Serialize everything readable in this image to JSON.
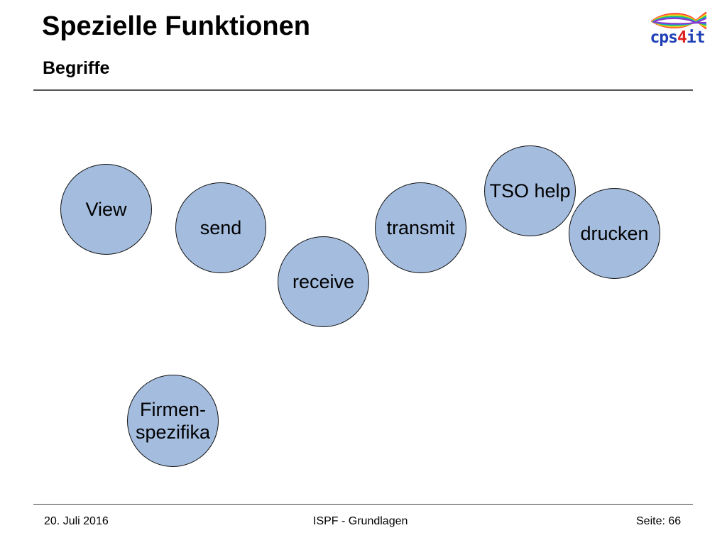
{
  "header": {
    "title": "Spezielle Funktionen",
    "subtitle": "Begriffe"
  },
  "logo": {
    "text_cps": "cps",
    "text_4": "4",
    "text_it": "it",
    "color_text": "#1f3fb5",
    "color_4": "#e02020",
    "fish_colors": [
      "#ff2a2a",
      "#ff9a1a",
      "#f2e22a",
      "#2bcf3a",
      "#1a9be0",
      "#8a3ad0"
    ]
  },
  "diagram": {
    "bubble_fill": "#a4bddf",
    "bubbles": [
      {
        "id": "view",
        "label": "View"
      },
      {
        "id": "send",
        "label": "send"
      },
      {
        "id": "receive",
        "label": "receive"
      },
      {
        "id": "transmit",
        "label": "transmit"
      },
      {
        "id": "tso-help",
        "label": "TSO help"
      },
      {
        "id": "drucken",
        "label": "drucken"
      },
      {
        "id": "firmenspezifika",
        "label": "Firmen-\nspezifika"
      }
    ]
  },
  "footer": {
    "date": "20. Juli 2016",
    "course": "ISPF - Grundlagen",
    "page": "Seite: 66"
  }
}
